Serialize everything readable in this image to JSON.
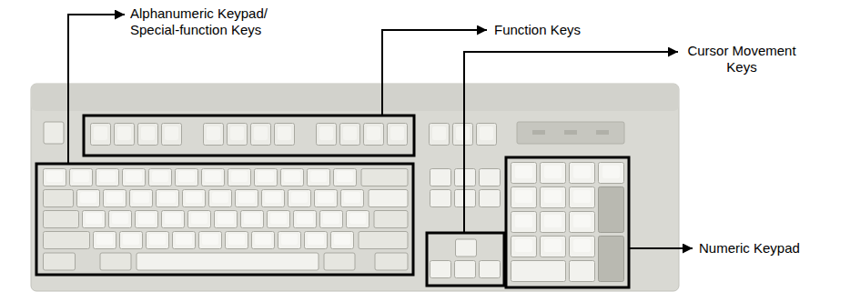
{
  "diagram": {
    "labels": [
      "Alphanumeric Keypad/ Special-function Keys",
      "Function Keys",
      "Cursor Movement Keys",
      "Numeric Keypad"
    ]
  }
}
